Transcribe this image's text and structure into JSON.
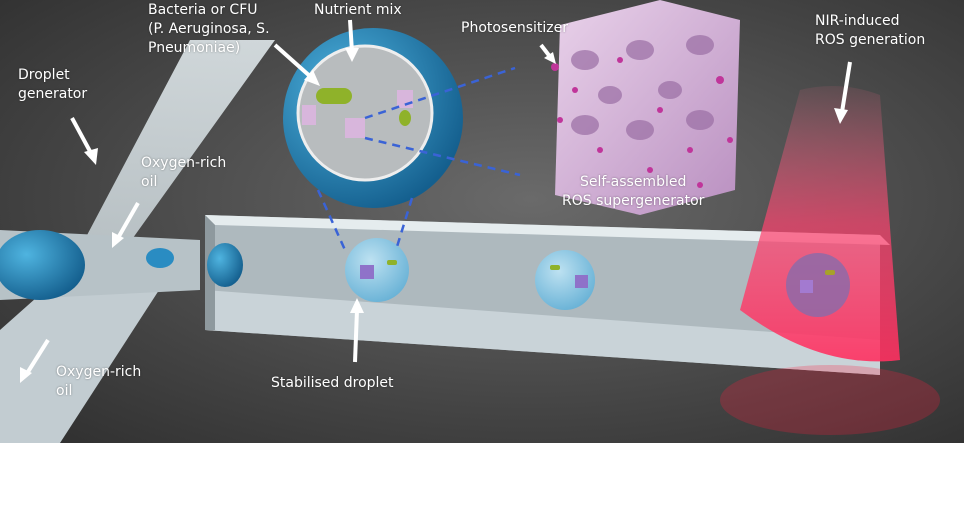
{
  "labels": {
    "bacteria": "Bacteria or CFU\n(P. Aeruginosa, S.\nPneumoniae)",
    "nutrient": "Nutrient mix",
    "photosensitizer": "Photosensitizer",
    "nir": "NIR-induced\nROS generation",
    "droplet_generator": "Droplet\ngenerator",
    "oil_top": "Oxygen-rich\noil",
    "oil_bottom": "Oxygen-rich\noil",
    "supergenerator": "Self-assembled\nROS supergenerator",
    "stabilised": "Stabilised droplet"
  },
  "colors": {
    "background": "#3a3a3a",
    "channel": "#c9d3d8",
    "droplet_shell": "#1f86b8",
    "droplet": "#7fc6e6",
    "bacteria": "#8fb22a",
    "scaffold": "#d8b6dc",
    "photosensitizer": "#c0359a",
    "nir_beam": "#ff3f6a",
    "dashed_line": "#3a63d6"
  }
}
